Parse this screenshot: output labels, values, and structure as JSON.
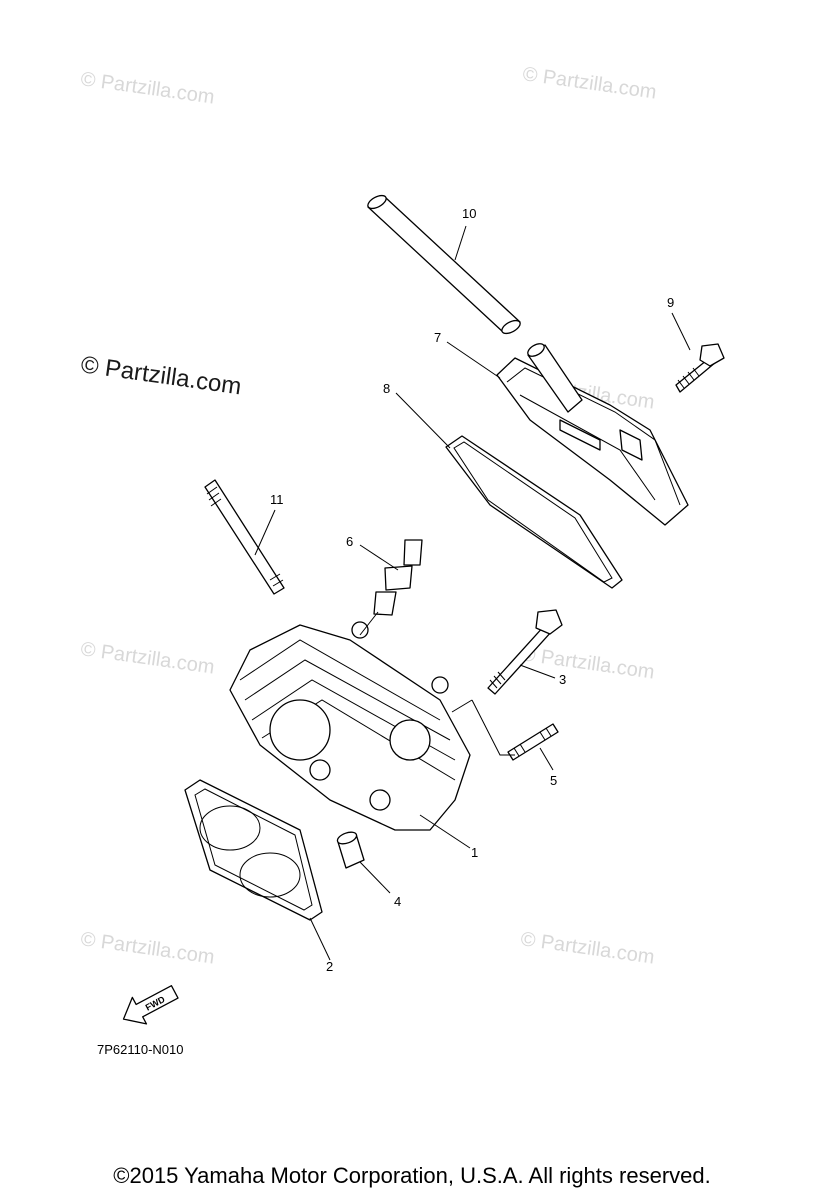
{
  "watermarks": {
    "small_text": "© Partzilla.com",
    "large_text": "© Partzilla.com"
  },
  "callouts": [
    {
      "id": "1",
      "label": "1"
    },
    {
      "id": "2",
      "label": "2"
    },
    {
      "id": "3",
      "label": "3"
    },
    {
      "id": "4",
      "label": "4"
    },
    {
      "id": "5",
      "label": "5"
    },
    {
      "id": "6",
      "label": "6"
    },
    {
      "id": "7",
      "label": "7"
    },
    {
      "id": "8",
      "label": "8"
    },
    {
      "id": "9",
      "label": "9"
    },
    {
      "id": "10",
      "label": "10"
    },
    {
      "id": "11",
      "label": "11"
    }
  ],
  "fwd_label": "FWD",
  "diagram_code": "7P62110-N010",
  "copyright": "©2015  Yamaha Motor Corporation, U.S.A. All rights reserved.",
  "colors": {
    "watermark": "#d8d8d8",
    "line": "#000000"
  }
}
